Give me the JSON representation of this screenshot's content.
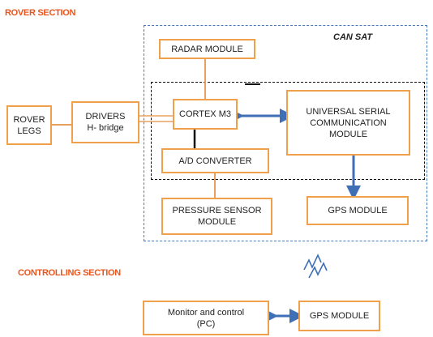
{
  "sections": {
    "rover": "ROVER SECTION",
    "controlling": "CONTROLLING SECTION",
    "cansat": "CAN SAT"
  },
  "blocks": {
    "radar": [
      "RADAR MODULE"
    ],
    "rover_legs": [
      "ROVER",
      "LEGS"
    ],
    "drivers": [
      "DRIVERS",
      "H- bridge"
    ],
    "cortex": [
      "CORTEX M3"
    ],
    "usc": [
      "UNIVERSAL SERIAL",
      "COMMUNICATION",
      "MODULE"
    ],
    "adc": [
      "A/D CONVERTER"
    ],
    "pressure": [
      "PRESSURE SENSOR",
      "MODULE"
    ],
    "gps_top": [
      "GPS MODULE"
    ],
    "monitor": [
      "Monitor and control",
      "(PC)"
    ],
    "gps_bottom": [
      "GPS MODULE"
    ]
  },
  "colors": {
    "section_title": "#e8551e",
    "box_border": "#f0a04a",
    "arrow_orange": "#e8a060",
    "arrow_blue": "#3f6fb5",
    "arrow_dark": "#111111",
    "cansat_border": "#4a7ab8",
    "inner_border": "#111111",
    "wireless": "#3f6fb5"
  }
}
